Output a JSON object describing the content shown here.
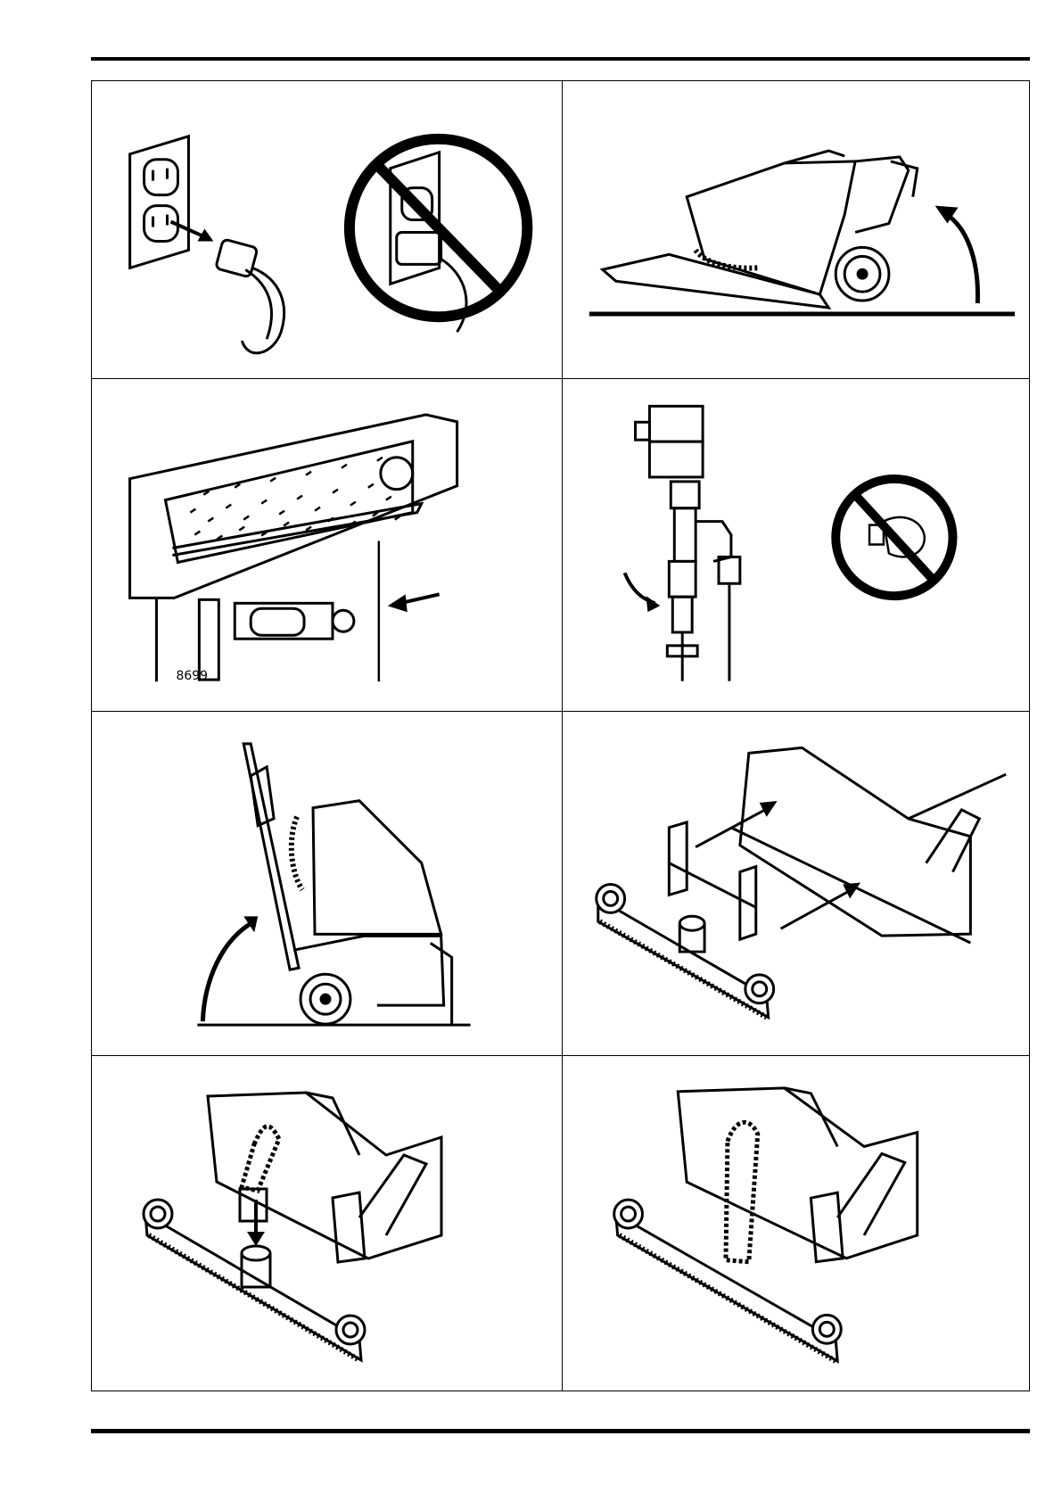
{
  "figures": [
    {
      "id": "unplug-power-cord",
      "icons": [
        "wall-outlet",
        "power-plug",
        "prohibition-sign"
      ]
    },
    {
      "id": "tilt-machine-back",
      "icons": [
        "machine-side-view",
        "curved-arrow"
      ]
    },
    {
      "id": "brush-housing",
      "icons": [
        "brush-roller",
        "arrow"
      ],
      "label": "8699"
    },
    {
      "id": "water-valve",
      "icons": [
        "solenoid-valve",
        "curved-arrow",
        "prohibition-sign",
        "hand"
      ]
    },
    {
      "id": "raise-handle",
      "icons": [
        "machine-upright",
        "curved-arrow"
      ]
    },
    {
      "id": "squeegee-attach",
      "icons": [
        "squeegee-assembly",
        "arrows"
      ]
    },
    {
      "id": "vacuum-hose-insert",
      "icons": [
        "vacuum-hose",
        "down-arrow"
      ]
    },
    {
      "id": "vacuum-hose-connected",
      "icons": [
        "vacuum-hose",
        "squeegee-assembly"
      ]
    }
  ],
  "colors": {
    "ink": "#000000",
    "paper": "#ffffff"
  }
}
